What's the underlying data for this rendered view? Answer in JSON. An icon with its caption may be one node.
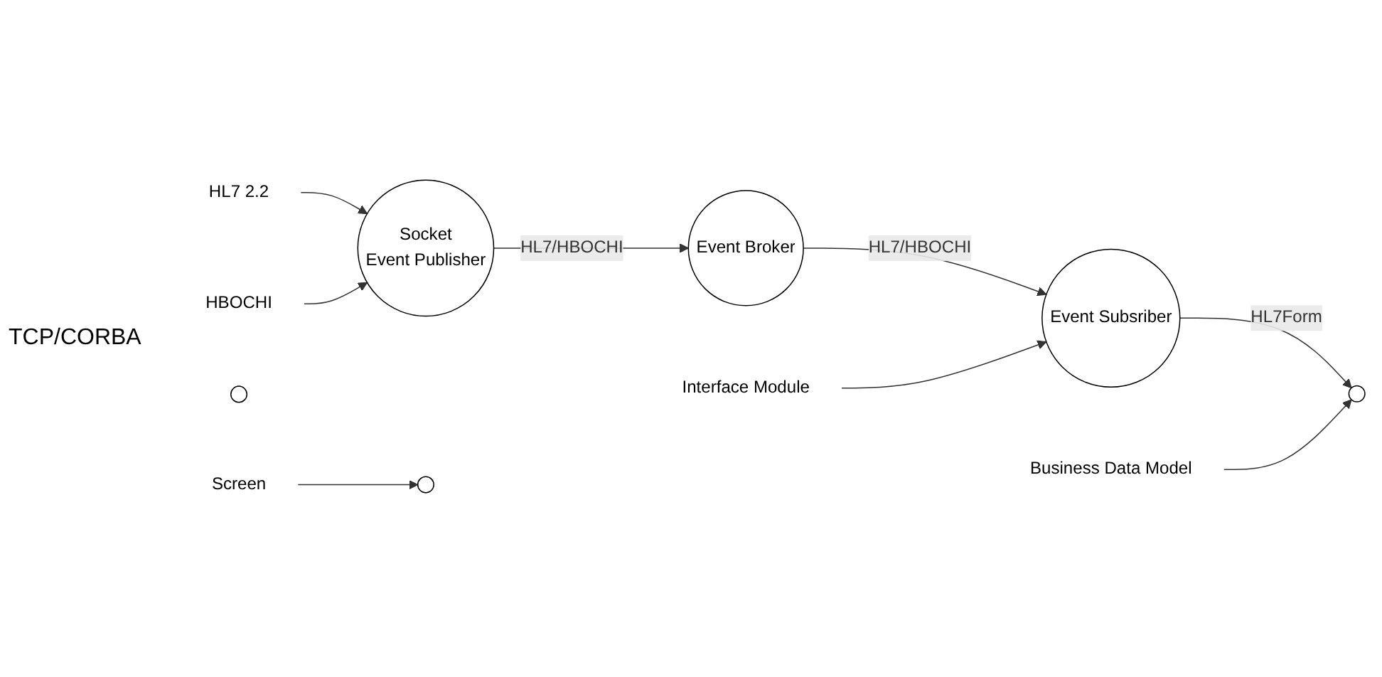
{
  "diagram": {
    "nodes": [
      {
        "text": [
          "HL7 2.2"
        ]
      },
      {
        "text": [
          "HBOCHI"
        ]
      },
      {
        "text": [
          "Socket",
          "Event Publisher"
        ]
      },
      {
        "text": [
          "Event Broker"
        ]
      },
      {
        "text": [],
        "shape": "circle"
      },
      {
        "text": [
          "Event Subsriber"
        ]
      },
      {
        "text": [],
        "shape": "circle"
      },
      {
        "text": [],
        "shape": "circle"
      },
      {
        "text": [
          "Interface Module"
        ]
      },
      {
        "text": [
          "Business Data Model"
        ]
      },
      {
        "text": [
          "Screen"
        ]
      }
    ],
    "edges": [
      {
        "from": 0,
        "to": 2,
        "arrow": "to"
      },
      {
        "from": 1,
        "to": 2,
        "arrow": "to"
      },
      {
        "from": 2,
        "to": 3,
        "arrow": "to",
        "label": "HL7/HBOCHI"
      },
      {
        "from": 3,
        "to": 5,
        "arrow": "to",
        "label": "HL7/HBOCHI"
      },
      {
        "from": 5,
        "to": 6,
        "arrow": "to",
        "label": "HL7Form"
      },
      {
        "from": 8,
        "to": 5,
        "arrow": "to"
      },
      {
        "from": 9,
        "to": 6,
        "arrow": "to"
      },
      {
        "from": 10,
        "to": 7,
        "arrow": "to"
      }
    ],
    "labels": [
      "TCP/CORBA"
    ]
  }
}
